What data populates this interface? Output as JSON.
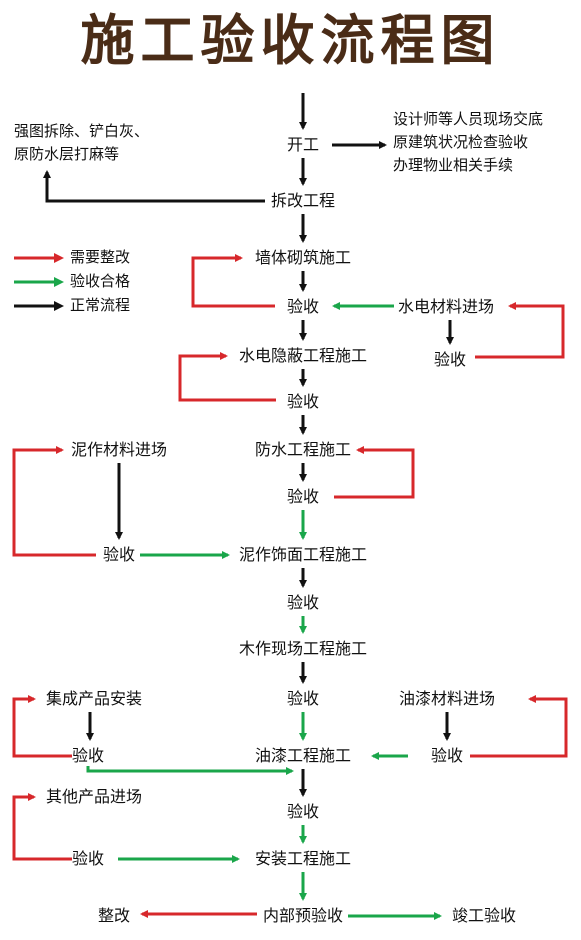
{
  "title": "施工验收流程图",
  "colors": {
    "rework": "#d7282b",
    "passed": "#1aa64a",
    "normal": "#111111",
    "title": "#4a2c17"
  },
  "legend": [
    {
      "label": "需要整改",
      "color": "#d7282b"
    },
    {
      "label": "验收合格",
      "color": "#1aa64a"
    },
    {
      "label": "正常流程",
      "color": "#111111"
    }
  ],
  "notes": {
    "demolition": [
      "强图拆除、铲白灰、",
      "原防水层打麻等"
    ],
    "handover": [
      "设计师等人员现场交底",
      "原建筑状况检查验收",
      "办理物业相关手续"
    ]
  },
  "nodes": {
    "start": "开工",
    "renovation": "拆改工程",
    "masonry": "墙体砌筑施工",
    "inspect_masonry": "验收",
    "plumbing_materials": "水电材料进场",
    "inspect_plumbing_materials": "验收",
    "concealed_works": "水电隐蔽工程施工",
    "inspect_concealed": "验收",
    "tiling_materials": "泥作材料进场",
    "waterproofing": "防水工程施工",
    "inspect_waterproofing": "验收",
    "inspect_tiling_materials": "验收",
    "tiling_finish": "泥作饰面工程施工",
    "inspect_tiling": "验收",
    "carpentry": "木作现场工程施工",
    "inspect_carpentry": "验收",
    "integrated_install": "集成产品安装",
    "paint_materials": "油漆材料进场",
    "inspect_integrated": "验收",
    "painting": "油漆工程施工",
    "inspect_paint_materials": "验收",
    "other_products": "其他产品进场",
    "inspect_painting": "验收",
    "inspect_other_products": "验收",
    "installation": "安装工程施工",
    "pre_inspection": "内部预验收",
    "rectify": "整改",
    "completion": "竣工验收"
  }
}
